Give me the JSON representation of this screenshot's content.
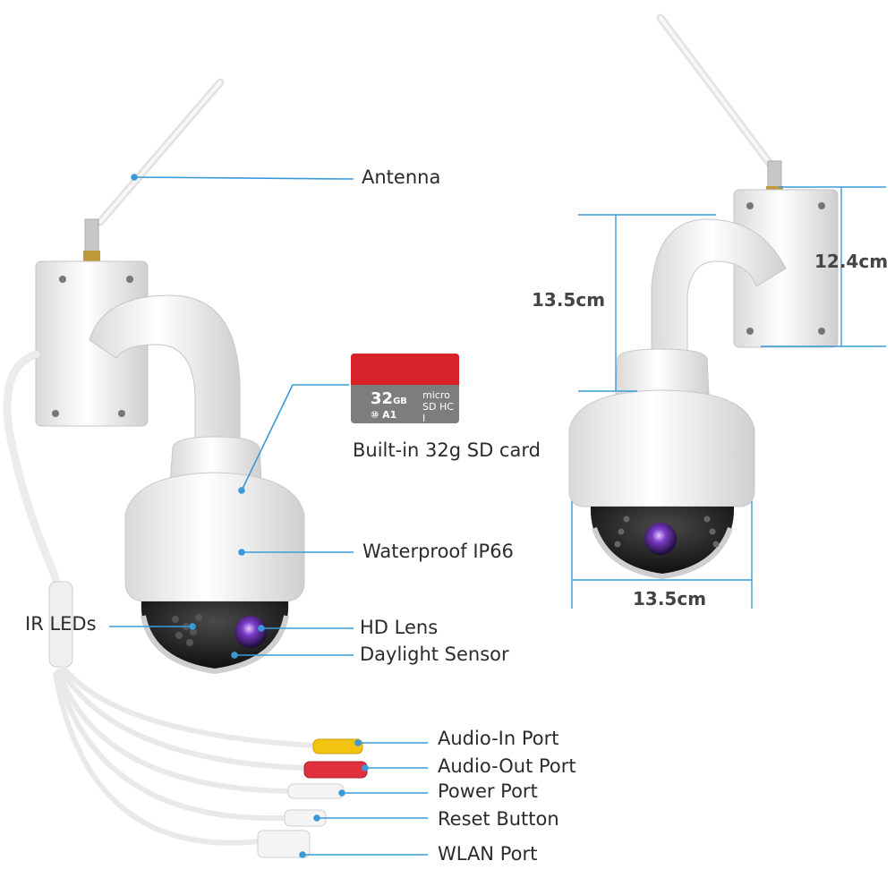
{
  "callouts": {
    "antenna": "Antenna",
    "sd_card": "Built-in 32g SD card",
    "waterproof": "Waterproof IP66",
    "ir_leds": "IR LEDs",
    "hd_lens": "HD Lens",
    "daylight_sensor": "Daylight Sensor",
    "audio_in": "Audio-In Port",
    "audio_out": "Audio-Out Port",
    "power": "Power Port",
    "reset": "Reset Button",
    "wlan": "WLAN Port"
  },
  "dimensions": {
    "height": "13.5cm",
    "bracket_height": "12.4cm",
    "width": "13.5cm"
  },
  "sd_card": {
    "capacity": "32",
    "unit": "GB",
    "logo": "micro SD HC I",
    "class": "⑩ A1"
  },
  "colors": {
    "callout_line": "#3a9ad9",
    "audio_in_connector": "#f2c311",
    "audio_out_connector": "#e0303e",
    "sd_top": "#d8222a",
    "sd_bottom": "#7d7d7d"
  }
}
